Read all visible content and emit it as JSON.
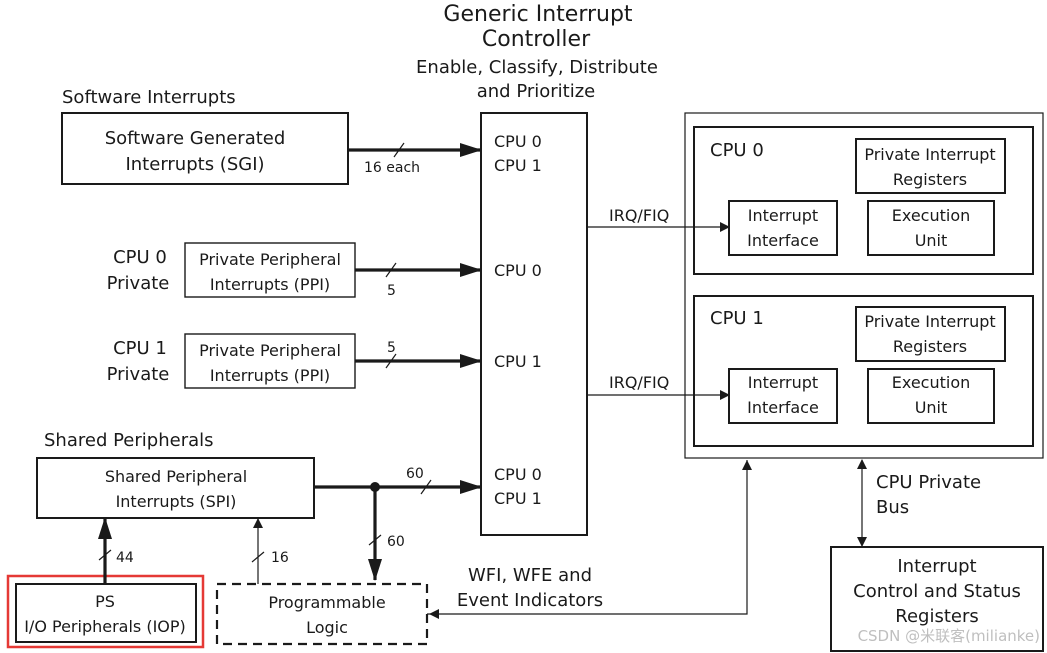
{
  "gic": {
    "title_line1": "Generic Interrupt",
    "title_line2": "Controller",
    "subtitle_line1": "Enable, Classify, Distribute",
    "subtitle_line2": "and Prioritize",
    "ports": {
      "sgi_cpu0": "CPU 0",
      "sgi_cpu1": "CPU 1",
      "ppi0_cpu0": "CPU 0",
      "ppi1_cpu1": "CPU 1",
      "spi_cpu0": "CPU 0",
      "spi_cpu1": "CPU 1"
    }
  },
  "software": {
    "heading": "Software Interrupts",
    "box_line1": "Software Generated",
    "box_line2": "Interrupts (SGI)",
    "bus_label": "16 each"
  },
  "cpu0_private": {
    "label_line1": "CPU 0",
    "label_line2": "Private",
    "box_line1": "Private Peripheral",
    "box_line2": "Interrupts (PPI)",
    "bus_label": "5"
  },
  "cpu1_private": {
    "label_line1": "CPU 1",
    "label_line2": "Private",
    "box_line1": "Private Peripheral",
    "box_line2": "Interrupts (PPI)",
    "bus_label": "5"
  },
  "shared": {
    "heading": "Shared Peripherals",
    "box_line1": "Shared Peripheral",
    "box_line2": "Interrupts (SPI)",
    "bus_label_gic": "60",
    "bus_label_pl": "60"
  },
  "ps": {
    "box_line1": "PS",
    "box_line2": "I/O Peripherals (IOP)",
    "bus_label": "44",
    "highlight_color": "#e53935"
  },
  "pl": {
    "box_line1": "Programmable",
    "box_line2": "Logic",
    "bus_label": "16"
  },
  "cpu0": {
    "title": "CPU 0",
    "pir_line1": "Private Interrupt",
    "pir_line2": "Registers",
    "iface_line1": "Interrupt",
    "iface_line2": "Interface",
    "exec_line1": "Execution",
    "exec_line2": "Unit",
    "irq_label": "IRQ/FIQ"
  },
  "cpu1": {
    "title": "CPU 1",
    "pir_line1": "Private Interrupt",
    "pir_line2": "Registers",
    "iface_line1": "Interrupt",
    "iface_line2": "Interface",
    "exec_line1": "Execution",
    "exec_line2": "Unit",
    "irq_label": "IRQ/FIQ"
  },
  "wfi": {
    "line1": "WFI, WFE and",
    "line2": "Event Indicators"
  },
  "bus": {
    "line1": "CPU Private",
    "line2": "Bus"
  },
  "icsr": {
    "line1": "Interrupt",
    "line2": "Control and Status",
    "line3": "Registers"
  },
  "watermark": "CSDN @米联客(milianke)"
}
